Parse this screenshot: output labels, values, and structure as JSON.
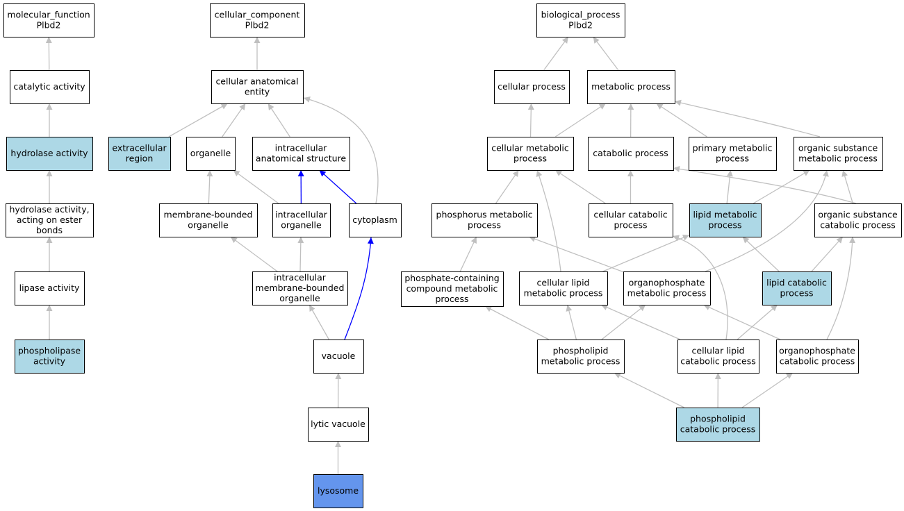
{
  "graph": {
    "colors": {
      "default_fill": "#ffffff",
      "highlight_fill": "#add8e6",
      "focus_fill": "#6495ed",
      "edge_gray": "#c0c0c0",
      "edge_blue": "#0000ff"
    },
    "nodes": {
      "mf_root": {
        "lines": [
          "molecular_function",
          "Plbd2"
        ],
        "fill": "default"
      },
      "catalytic": {
        "lines": [
          "catalytic activity"
        ],
        "fill": "default"
      },
      "hydrolase": {
        "lines": [
          "hydrolase activity"
        ],
        "fill": "highlight"
      },
      "hydrolase_ester": {
        "lines": [
          "hydrolase activity,",
          "acting on ester",
          "bonds"
        ],
        "fill": "default"
      },
      "lipase": {
        "lines": [
          "lipase activity"
        ],
        "fill": "default"
      },
      "phospholipase": {
        "lines": [
          "phospholipase",
          "activity"
        ],
        "fill": "highlight"
      },
      "cc_root": {
        "lines": [
          "cellular_component",
          "Plbd2"
        ],
        "fill": "default"
      },
      "cae": {
        "lines": [
          "cellular anatomical",
          "entity"
        ],
        "fill": "default"
      },
      "extracellular": {
        "lines": [
          "extracellular",
          "region"
        ],
        "fill": "highlight"
      },
      "organelle": {
        "lines": [
          "organelle"
        ],
        "fill": "default"
      },
      "ias": {
        "lines": [
          "intracellular",
          "anatomical structure"
        ],
        "fill": "default"
      },
      "mbo": {
        "lines": [
          "membrane-bounded",
          "organelle"
        ],
        "fill": "default"
      },
      "io": {
        "lines": [
          "intracellular",
          "organelle"
        ],
        "fill": "default"
      },
      "cytoplasm": {
        "lines": [
          "cytoplasm"
        ],
        "fill": "default"
      },
      "imbo": {
        "lines": [
          "intracellular",
          "membrane-bounded",
          "organelle"
        ],
        "fill": "default"
      },
      "vacuole": {
        "lines": [
          "vacuole"
        ],
        "fill": "default"
      },
      "lytic": {
        "lines": [
          "lytic vacuole"
        ],
        "fill": "default"
      },
      "lysosome": {
        "lines": [
          "lysosome"
        ],
        "fill": "focus"
      },
      "bp_root": {
        "lines": [
          "biological_process",
          "Plbd2"
        ],
        "fill": "default"
      },
      "cellular_process": {
        "lines": [
          "cellular process"
        ],
        "fill": "default"
      },
      "metabolic_process": {
        "lines": [
          "metabolic process"
        ],
        "fill": "default"
      },
      "cmp": {
        "lines": [
          "cellular metabolic",
          "process"
        ],
        "fill": "default"
      },
      "catabolic": {
        "lines": [
          "catabolic process"
        ],
        "fill": "default"
      },
      "primary": {
        "lines": [
          "primary metabolic",
          "process"
        ],
        "fill": "default"
      },
      "osmp": {
        "lines": [
          "organic substance",
          "metabolic process"
        ],
        "fill": "default"
      },
      "phosphorus": {
        "lines": [
          "phosphorus metabolic",
          "process"
        ],
        "fill": "default"
      },
      "ccp": {
        "lines": [
          "cellular catabolic",
          "process"
        ],
        "fill": "default"
      },
      "lmp": {
        "lines": [
          "lipid metabolic",
          "process"
        ],
        "fill": "highlight"
      },
      "oscp": {
        "lines": [
          "organic substance",
          "catabolic process"
        ],
        "fill": "default"
      },
      "pccmp": {
        "lines": [
          "phosphate-containing",
          "compound metabolic",
          "process"
        ],
        "fill": "default"
      },
      "clmp": {
        "lines": [
          "cellular lipid",
          "metabolic process"
        ],
        "fill": "default"
      },
      "opmp": {
        "lines": [
          "organophosphate",
          "metabolic process"
        ],
        "fill": "default"
      },
      "lcp": {
        "lines": [
          "lipid catabolic",
          "process"
        ],
        "fill": "highlight"
      },
      "plmp": {
        "lines": [
          "phospholipid",
          "metabolic process"
        ],
        "fill": "default"
      },
      "clcp": {
        "lines": [
          "cellular lipid",
          "catabolic process"
        ],
        "fill": "default"
      },
      "opcp": {
        "lines": [
          "organophosphate",
          "catabolic process"
        ],
        "fill": "default"
      },
      "plcp": {
        "lines": [
          "phospholipid",
          "catabolic process"
        ],
        "fill": "highlight"
      }
    },
    "edges": [
      {
        "from": "catalytic",
        "to": "mf_root",
        "color": "gray"
      },
      {
        "from": "hydrolase",
        "to": "catalytic",
        "color": "gray"
      },
      {
        "from": "hydrolase_ester",
        "to": "hydrolase",
        "color": "gray"
      },
      {
        "from": "lipase",
        "to": "hydrolase_ester",
        "color": "gray"
      },
      {
        "from": "phospholipase",
        "to": "lipase",
        "color": "gray"
      },
      {
        "from": "cae",
        "to": "cc_root",
        "color": "gray"
      },
      {
        "from": "extracellular",
        "to": "cae",
        "color": "gray"
      },
      {
        "from": "organelle",
        "to": "cae",
        "color": "gray"
      },
      {
        "from": "ias",
        "to": "cae",
        "color": "gray"
      },
      {
        "from": "cytoplasm",
        "to": "cae",
        "color": "gray"
      },
      {
        "from": "mbo",
        "to": "organelle",
        "color": "gray"
      },
      {
        "from": "io",
        "to": "organelle",
        "color": "gray"
      },
      {
        "from": "io",
        "to": "ias",
        "color": "blue"
      },
      {
        "from": "cytoplasm",
        "to": "ias",
        "color": "blue"
      },
      {
        "from": "imbo",
        "to": "mbo",
        "color": "gray"
      },
      {
        "from": "imbo",
        "to": "io",
        "color": "gray"
      },
      {
        "from": "vacuole",
        "to": "imbo",
        "color": "gray"
      },
      {
        "from": "vacuole",
        "to": "cytoplasm",
        "color": "blue"
      },
      {
        "from": "lytic",
        "to": "vacuole",
        "color": "gray"
      },
      {
        "from": "lysosome",
        "to": "lytic",
        "color": "gray"
      },
      {
        "from": "cellular_process",
        "to": "bp_root",
        "color": "gray"
      },
      {
        "from": "metabolic_process",
        "to": "bp_root",
        "color": "gray"
      },
      {
        "from": "cmp",
        "to": "cellular_process",
        "color": "gray"
      },
      {
        "from": "cmp",
        "to": "metabolic_process",
        "color": "gray"
      },
      {
        "from": "catabolic",
        "to": "metabolic_process",
        "color": "gray"
      },
      {
        "from": "primary",
        "to": "metabolic_process",
        "color": "gray"
      },
      {
        "from": "osmp",
        "to": "metabolic_process",
        "color": "gray"
      },
      {
        "from": "phosphorus",
        "to": "cmp",
        "color": "gray"
      },
      {
        "from": "ccp",
        "to": "cmp",
        "color": "gray"
      },
      {
        "from": "ccp",
        "to": "catabolic",
        "color": "gray"
      },
      {
        "from": "lmp",
        "to": "primary",
        "color": "gray"
      },
      {
        "from": "lmp",
        "to": "osmp",
        "color": "gray"
      },
      {
        "from": "oscp",
        "to": "osmp",
        "color": "gray"
      },
      {
        "from": "oscp",
        "to": "catabolic",
        "color": "gray"
      },
      {
        "from": "pccmp",
        "to": "phosphorus",
        "color": "gray"
      },
      {
        "from": "clmp",
        "to": "cmp",
        "color": "gray"
      },
      {
        "from": "clmp",
        "to": "lmp",
        "color": "gray"
      },
      {
        "from": "opmp",
        "to": "phosphorus",
        "color": "gray"
      },
      {
        "from": "opmp",
        "to": "osmp",
        "color": "gray"
      },
      {
        "from": "lcp",
        "to": "lmp",
        "color": "gray"
      },
      {
        "from": "lcp",
        "to": "oscp",
        "color": "gray"
      },
      {
        "from": "plmp",
        "to": "pccmp",
        "color": "gray"
      },
      {
        "from": "plmp",
        "to": "clmp",
        "color": "gray"
      },
      {
        "from": "plmp",
        "to": "opmp",
        "color": "gray"
      },
      {
        "from": "clcp",
        "to": "clmp",
        "color": "gray"
      },
      {
        "from": "clcp",
        "to": "ccp",
        "color": "gray"
      },
      {
        "from": "clcp",
        "to": "lcp",
        "color": "gray"
      },
      {
        "from": "opcp",
        "to": "opmp",
        "color": "gray"
      },
      {
        "from": "opcp",
        "to": "oscp",
        "color": "gray"
      },
      {
        "from": "plcp",
        "to": "plmp",
        "color": "gray"
      },
      {
        "from": "plcp",
        "to": "clcp",
        "color": "gray"
      },
      {
        "from": "plcp",
        "to": "opcp",
        "color": "gray"
      }
    ]
  }
}
